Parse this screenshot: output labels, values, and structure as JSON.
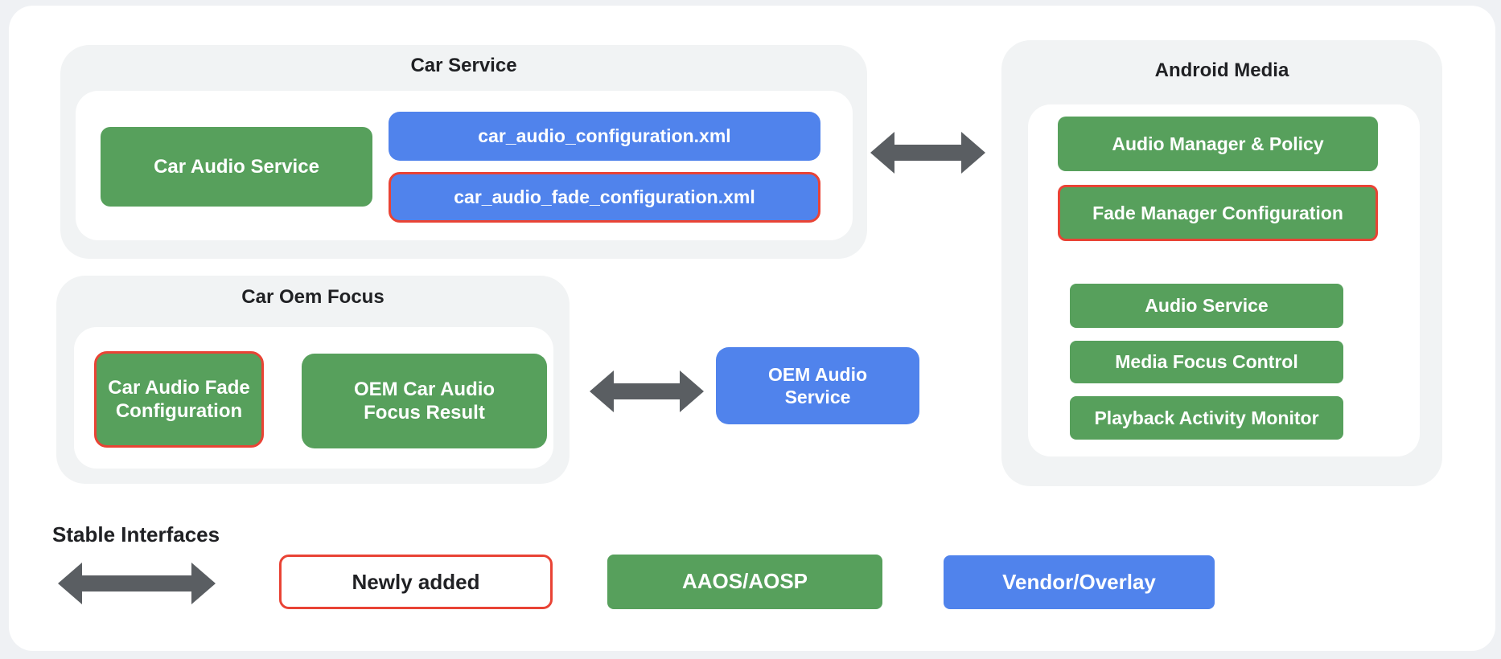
{
  "car_service": {
    "title": "Car Service",
    "car_audio_service": "Car Audio Service",
    "config_xml": "car_audio_configuration.xml",
    "fade_config_xml": "car_audio_fade_configuration.xml"
  },
  "android_media": {
    "title": "Android Media",
    "audio_manager_policy": "Audio Manager & Policy",
    "fade_manager_configuration": "Fade Manager Configuration",
    "audio_service": "Audio Service",
    "media_focus_control": "Media Focus Control",
    "playback_activity_monitor": "Playback Activity Monitor"
  },
  "car_oem_focus": {
    "title": "Car Oem Focus",
    "car_audio_fade_configuration": "Car Audio Fade Configuration",
    "oem_car_audio_focus_result": "OEM Car Audio Focus Result"
  },
  "oem_audio_service": "OEM Audio Service",
  "legend": {
    "stable_interfaces": "Stable Interfaces",
    "newly_added": "Newly added",
    "aaos_aosp": "AAOS/AOSP",
    "vendor_overlay": "Vendor/Overlay"
  },
  "colors": {
    "aaos_green": "#57A05C",
    "vendor_blue": "#5083EC",
    "newly_added_red": "#E94335",
    "arrow_gray": "#5A5E62"
  }
}
